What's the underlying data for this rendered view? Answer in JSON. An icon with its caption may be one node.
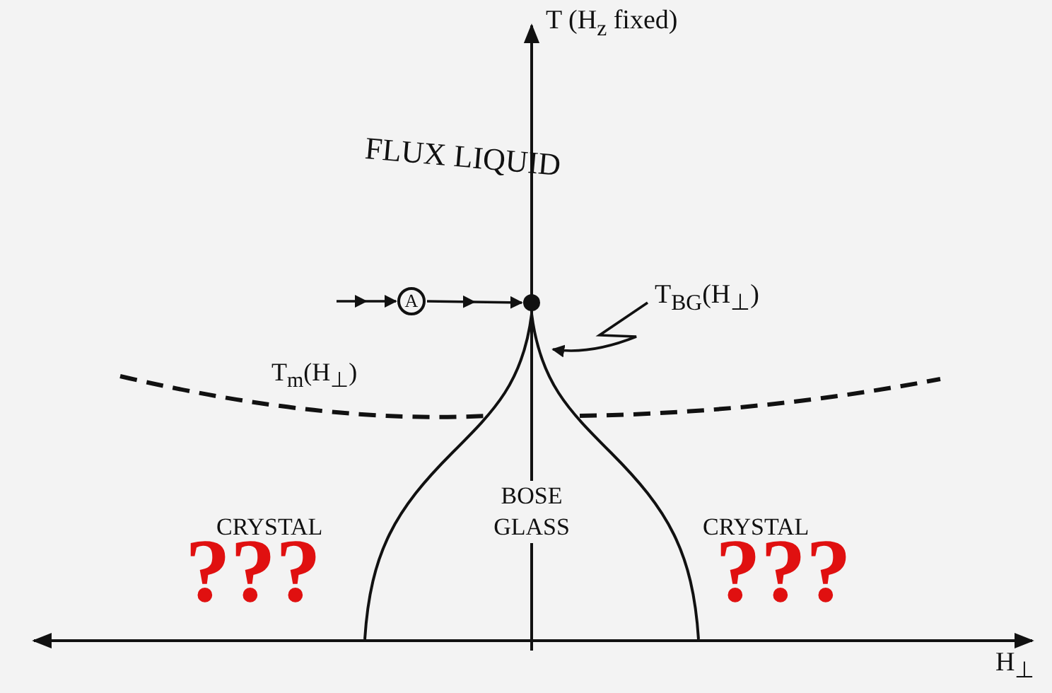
{
  "diagram": {
    "nodes": [
      {
        "text": [
          "A"
        ]
      },
      {
        "text": [],
        "shape": "circle"
      },
      {
        "text": [
          "T$_{BG}$(H$_{⊥}$)"
        ]
      },
      {
        "text": [],
        "shape": "curve"
      }
    ],
    "edges": [
      {
        "from": null,
        "to": 0,
        "arrow": "to"
      },
      {
        "from": 0,
        "to": 1,
        "arrow": "to"
      },
      {
        "from": 2,
        "to": 3,
        "arrow": "to"
      }
    ],
    "labels": [
      "T  (H$_{z}$ fixed)",
      "FLUX LIQUID",
      "T$_{m}$(H$_{⊥}$)",
      "CRYSTAL",
      "???",
      "BOSE GLASS",
      "CRYSTAL",
      "???",
      "H$_{⊥}$"
    ]
  }
}
